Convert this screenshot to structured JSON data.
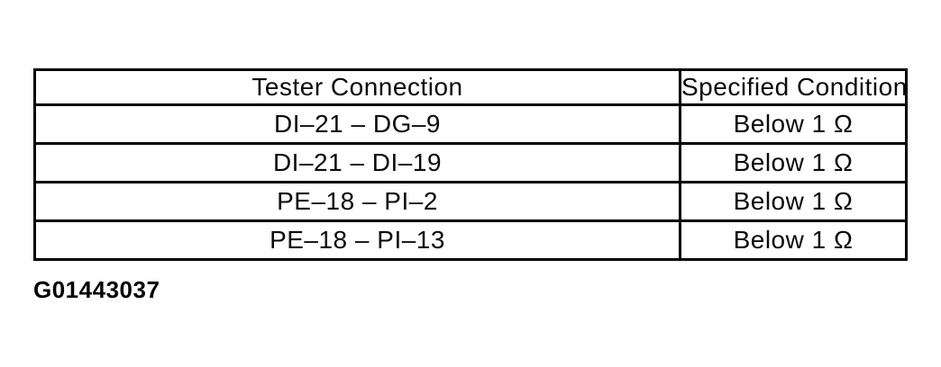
{
  "colors": {
    "background": "#ffffff",
    "border": "#000000",
    "text": "#0a0a0a"
  },
  "table": {
    "header": {
      "col1": "Tester Connection",
      "col2": "Specified Condition"
    },
    "rows": [
      {
        "connection": "DI–21 – DG–9",
        "condition": "Below 1 Ω"
      },
      {
        "connection": "DI–21 – DI–19",
        "condition": "Below 1 Ω"
      },
      {
        "connection": "PE–18 – PI–2",
        "condition": "Below 1 Ω"
      },
      {
        "connection": "PE–18 – PI–13",
        "condition": "Below 1 Ω"
      }
    ]
  },
  "caption": {
    "figure_id": "G01443037"
  }
}
